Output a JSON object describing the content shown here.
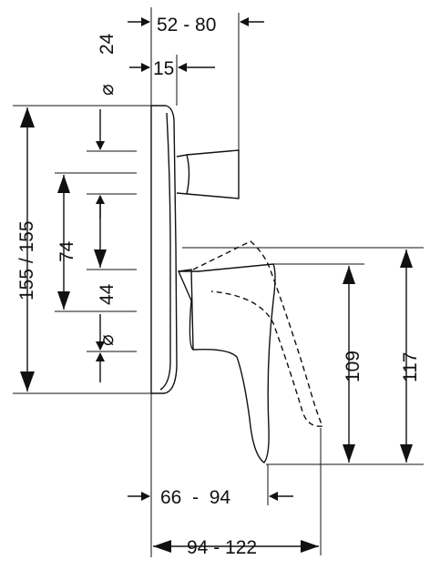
{
  "drawing": {
    "line_color": "#111111",
    "background_color": "#ffffff",
    "dimensions": {
      "top_extension": "52 - 80",
      "top_depth": "15",
      "diameter_top_symbol": "⌀",
      "diameter_top": "24",
      "total_height": "155 / 155",
      "spacing_74": "74",
      "spacing_44": "44",
      "diameter_bottom_symbol": "⌀",
      "height_109": "109",
      "height_117": "117",
      "handle_reach": "66  -  94",
      "total_reach": "94 - 122"
    }
  }
}
